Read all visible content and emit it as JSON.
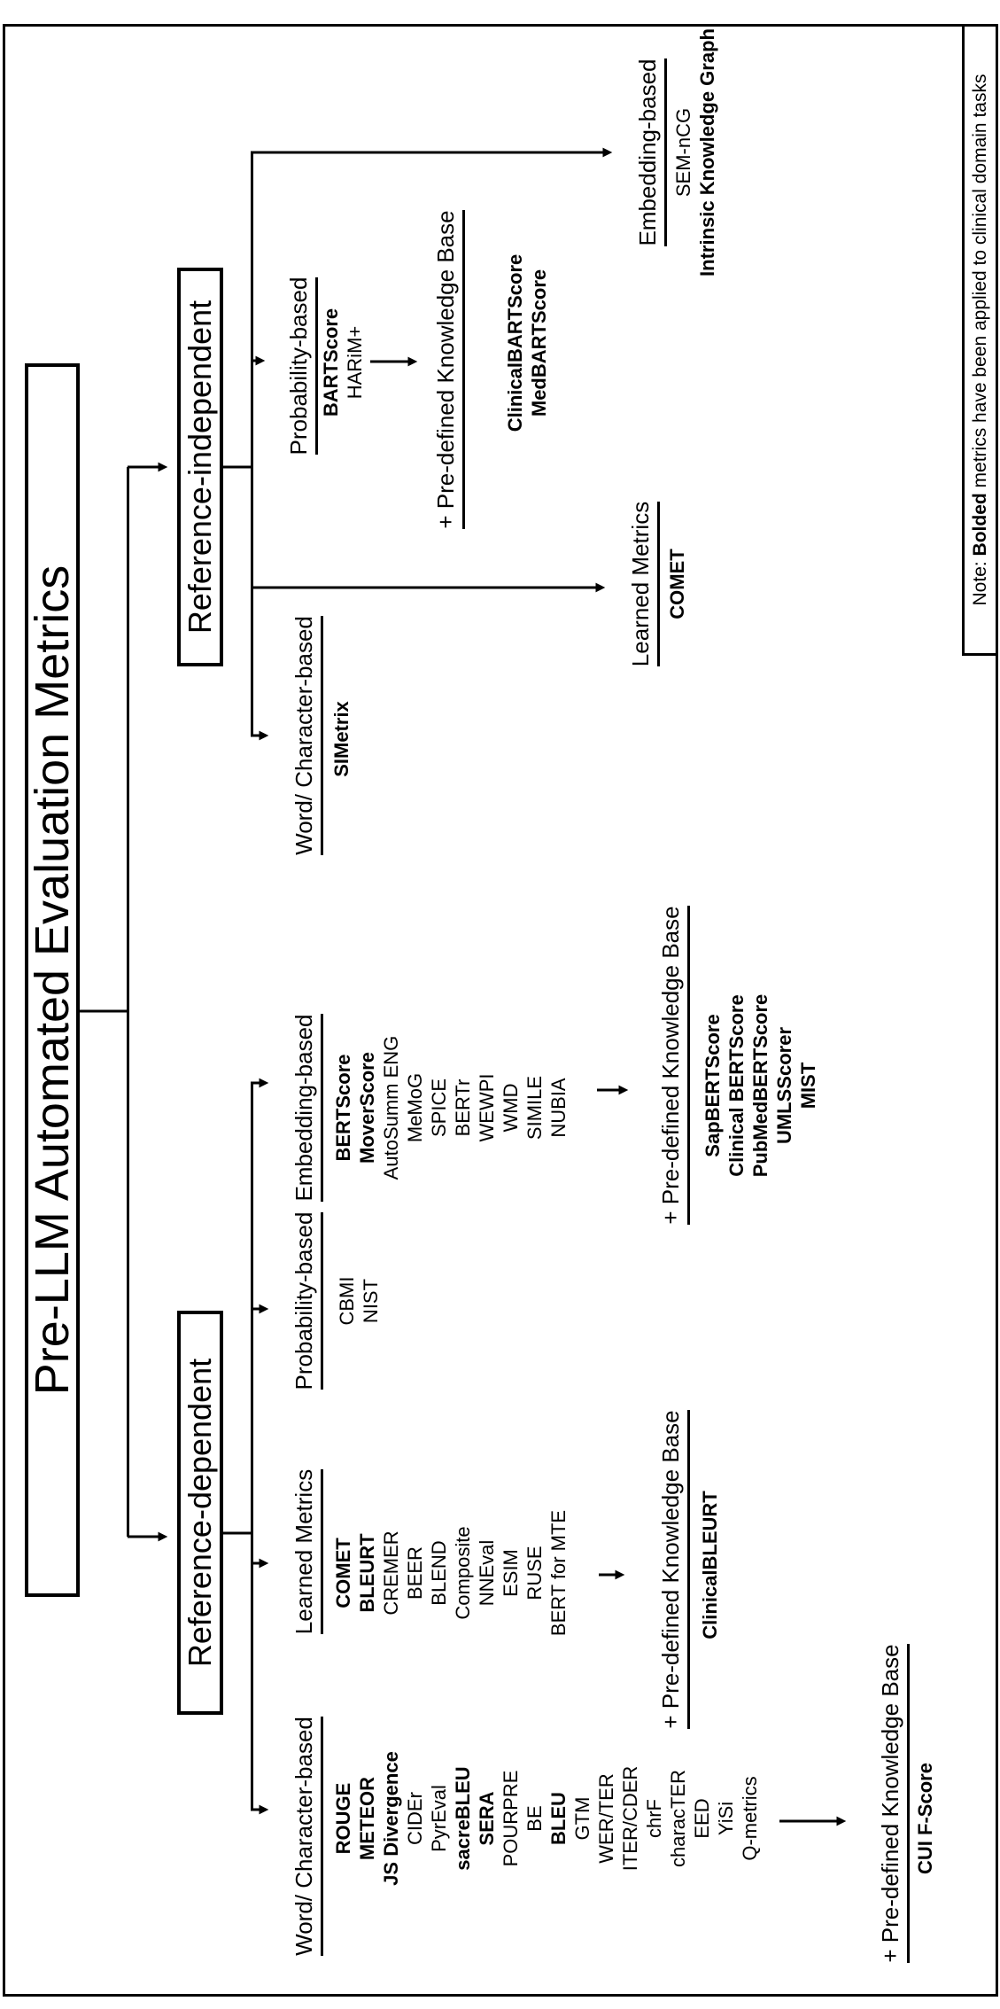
{
  "title": "Pre-LLM Automated Evaluation Metrics",
  "note": {
    "prefix": "Note: ",
    "bold": "Bolded",
    "suffix": " metrics have been applied to clinical domain tasks"
  },
  "colors": {
    "line": "#000000",
    "background": "#ffffff"
  },
  "branches": {
    "dependent": {
      "label": "Reference-dependent",
      "categories": [
        {
          "label": "Word/ Character-based",
          "items": [
            {
              "t": "ROUGE",
              "b": true
            },
            {
              "t": "METEOR",
              "b": true
            },
            {
              "t": "JS Divergence",
              "b": true
            },
            "CIDEr",
            "PyrEval",
            {
              "t": "sacreBLEU",
              "b": true
            },
            {
              "t": "SERA",
              "b": true
            },
            "POURPRE",
            "BE",
            {
              "t": "BLEU",
              "b": true
            },
            "GTM",
            "WER/TER",
            "ITER/CDER",
            "chrF",
            "characTER",
            "EED",
            "YiSi",
            "Q-metrics"
          ],
          "kb_label": "+ Pre-defined Knowledge Base",
          "kb_items": [
            {
              "t": "CUI F-Score",
              "b": true
            }
          ]
        },
        {
          "label": "Learned Metrics",
          "items": [
            {
              "t": "COMET",
              "b": true
            },
            {
              "t": "BLEURT",
              "b": true
            },
            "CREMER",
            "BEER",
            "BLEND",
            "Composite",
            "NNEval",
            "ESIM",
            "RUSE",
            "BERT for MTE"
          ],
          "kb_label": "+ Pre-defined Knowledge Base",
          "kb_items": [
            {
              "t": "ClinicalBLEURT",
              "b": true
            }
          ]
        },
        {
          "label": "Probability-based",
          "items": [
            "CBMI",
            "NIST"
          ]
        },
        {
          "label": "Embedding-based",
          "items": [
            {
              "t": "BERTScore",
              "b": true
            },
            {
              "t": "MoverScore",
              "b": true
            },
            "AutoSumm ENG",
            "MeMoG",
            "SPICE",
            "BERTr",
            "WEWPI",
            "WMD",
            "SIMILE",
            "NUBIA"
          ],
          "kb_label": "+ Pre-defined Knowledge Base",
          "kb_items": [
            {
              "t": "SapBERTScore",
              "b": true
            },
            {
              "t": "Clinical BERTScore",
              "b": true
            },
            {
              "t": "PubMedBERTScore",
              "b": true
            },
            {
              "t": "UMLSScorer",
              "b": true
            },
            {
              "t": "MIST",
              "b": true
            }
          ]
        }
      ]
    },
    "independent": {
      "label": "Reference-independent",
      "categories": [
        {
          "label": "Word/ Character-based",
          "items": [
            {
              "t": "SIMetrix",
              "b": true
            }
          ]
        },
        {
          "label": "Probability-based",
          "items": [
            {
              "t": "BARTScore",
              "b": true
            },
            "HARiM+"
          ],
          "kb_label": "+ Pre-defined Knowledge Base",
          "kb_items": [
            {
              "t": "ClinicalBARTScore",
              "b": true
            },
            {
              "t": "MedBARTScore",
              "b": true
            }
          ]
        },
        {
          "label": "Learned Metrics",
          "items": [
            {
              "t": "COMET",
              "b": true
            }
          ]
        },
        {
          "label": "Embedding-based",
          "items": [
            "SEM-nCG",
            {
              "t": "Intrinsic Knowledge Graph",
              "b": true
            }
          ]
        }
      ]
    }
  }
}
